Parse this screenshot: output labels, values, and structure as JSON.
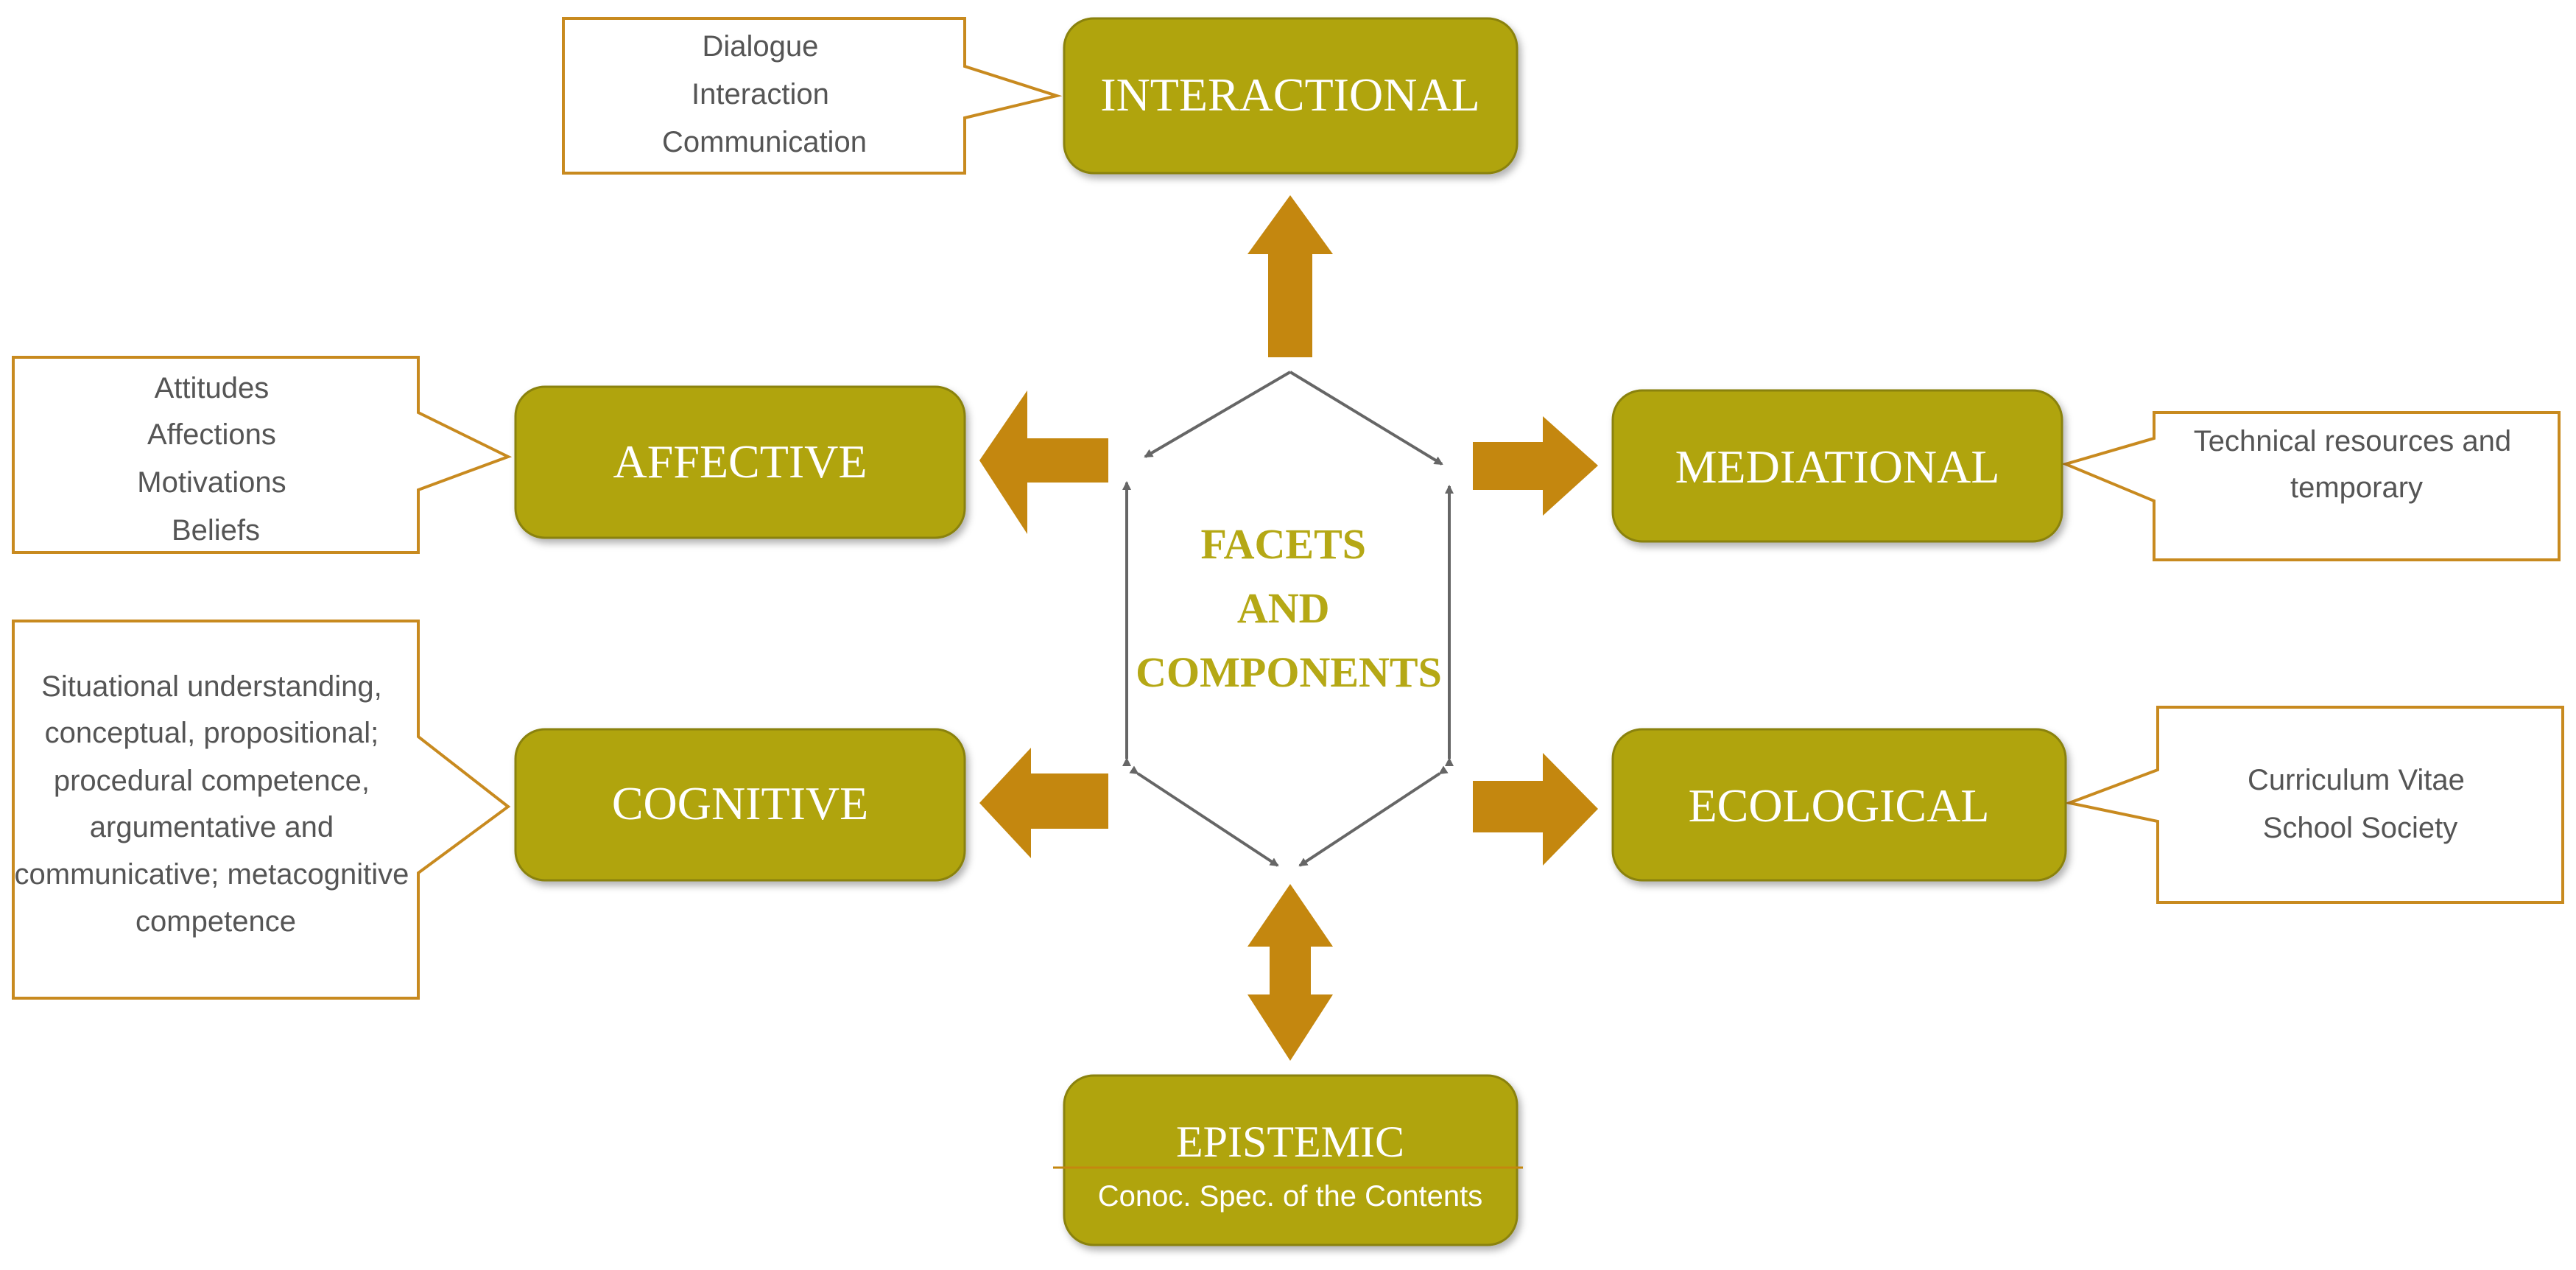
{
  "colors": {
    "facet_fill": "#b0a40c",
    "facet_border": "#8a820a",
    "arrow_fill": "#c4870f",
    "callout_border": "#c88a1f",
    "connector": "#666666",
    "center_text": "#b5a815",
    "callout_text": "#555555"
  },
  "center": {
    "lines": [
      "FACETS",
      "AND",
      "COMPONENTS"
    ]
  },
  "facets": {
    "interactional": {
      "title": "INTERACTIONAL"
    },
    "affective": {
      "title": "AFFECTIVE"
    },
    "mediational": {
      "title": "MEDIATIONAL"
    },
    "cognitive": {
      "title": "COGNITIVE"
    },
    "ecological": {
      "title": "ECOLOGICAL"
    },
    "epistemic": {
      "title": "EPISTEMIC",
      "subtitle": "Conoc. Spec. of the Contents"
    }
  },
  "callouts": {
    "interactional": [
      "Dialogue",
      "Interaction",
      "Communication"
    ],
    "affective": [
      "Attitudes",
      "Affections",
      "Motivations",
      "Beliefs"
    ],
    "mediational": [
      "Technical resources and",
      "temporary"
    ],
    "cognitive": [
      "Situational understanding,",
      "conceptual, propositional;",
      "procedural competence,",
      "argumentative and",
      "communicative; metacognitive",
      "competence"
    ],
    "ecological": [
      "Curriculum Vitae",
      "School Society"
    ]
  }
}
